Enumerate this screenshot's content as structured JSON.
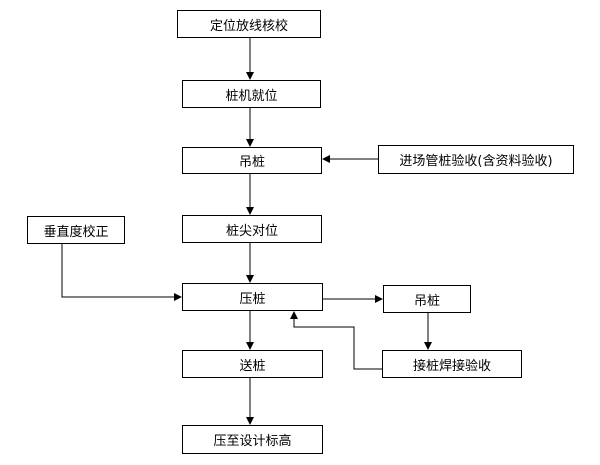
{
  "nodes": {
    "positioning": "定位放线核校",
    "pile_machine_in_place": "桩机就位",
    "lift_pile_1": "吊桩",
    "incoming_inspection": "进场管桩验收(含资料验收)",
    "pile_tip_alignment": "桩尖对位",
    "verticality_correction": "垂直度校正",
    "press_pile": "压桩",
    "lift_pile_2": "吊桩",
    "splice_weld_inspection": "接桩焊接验收",
    "send_pile": "送桩",
    "press_to_design_elevation": "压至设计标高"
  }
}
